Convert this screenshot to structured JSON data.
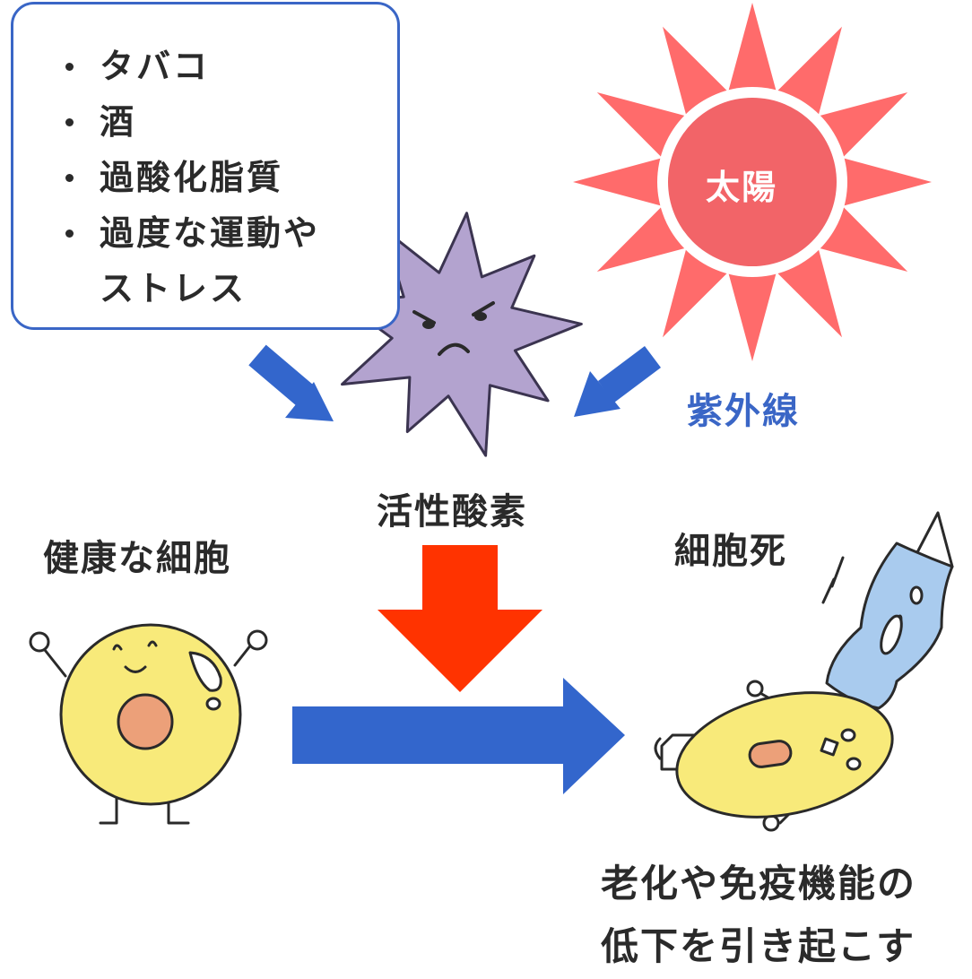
{
  "causes": {
    "items": [
      "タバコ",
      "酒",
      "過酸化脂質",
      "過度な運動や",
      "ストレス"
    ]
  },
  "sun_label": "太陽",
  "uv_label": "紫外線",
  "ros_label": "活性酸素",
  "healthy_cell_label": "健康な細胞",
  "cell_death_label": "細胞死",
  "result": {
    "line1": "老化や免疫機能の",
    "line2": "低下を引き起こす"
  },
  "colors": {
    "box_border": "#3a66c6",
    "blue_arrow": "#3366cc",
    "red_arrow": "#ff3300",
    "sun": "#f26468",
    "ros": "#b3a3cf",
    "cell": "#f8ea7a",
    "nucleus": "#eca079",
    "ghost": "#a9cbee",
    "uv_text": "#3a66c6"
  }
}
